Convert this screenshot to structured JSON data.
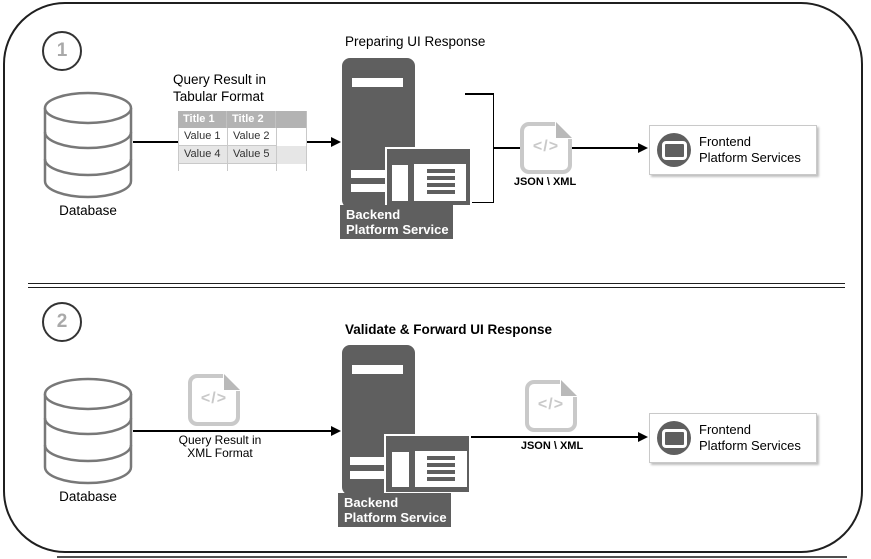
{
  "colors": {
    "server_gray": "#5f5f5f",
    "icon_light_gray": "#c9c9c9",
    "table_header_gray": "#b3b3b3",
    "table_alt_row_gray": "#e6e6e6",
    "frame_border": "#1f1f1f"
  },
  "sections": [
    {
      "step": "1",
      "database": {
        "icon": "database-cylinder-icon",
        "label": "Database"
      },
      "table": {
        "title_lines": [
          "Query Result in",
          "Tabular Format"
        ],
        "headers": [
          "Title 1",
          "Title 2"
        ],
        "rows": [
          [
            "Value 1",
            "Value 2"
          ],
          [
            "Value 4",
            "Value 5"
          ]
        ]
      },
      "server": {
        "icon": "server-tower-icon",
        "title": "Preparing UI Response",
        "label_lines": [
          "Backend",
          "Platform Service"
        ]
      },
      "output_file": {
        "icon": "code-file-icon",
        "glyph": "</>",
        "label": "JSON \\ XML"
      },
      "frontend": {
        "icon": "browser-window-icon",
        "label_lines": [
          "Frontend",
          "Platform Services"
        ]
      }
    },
    {
      "step": "2",
      "database": {
        "icon": "database-cylinder-icon",
        "label": "Database"
      },
      "input_file": {
        "icon": "code-file-icon",
        "glyph": "</>",
        "label_lines": [
          "Query Result in",
          "XML Format"
        ]
      },
      "server": {
        "icon": "server-tower-icon",
        "title": "Validate & Forward UI Response",
        "label_lines": [
          "Backend",
          "Platform Service"
        ]
      },
      "output_file": {
        "icon": "code-file-icon",
        "glyph": "</>",
        "label": "JSON \\ XML"
      },
      "frontend": {
        "icon": "browser-window-icon",
        "label_lines": [
          "Frontend",
          "Platform Services"
        ]
      }
    }
  ]
}
